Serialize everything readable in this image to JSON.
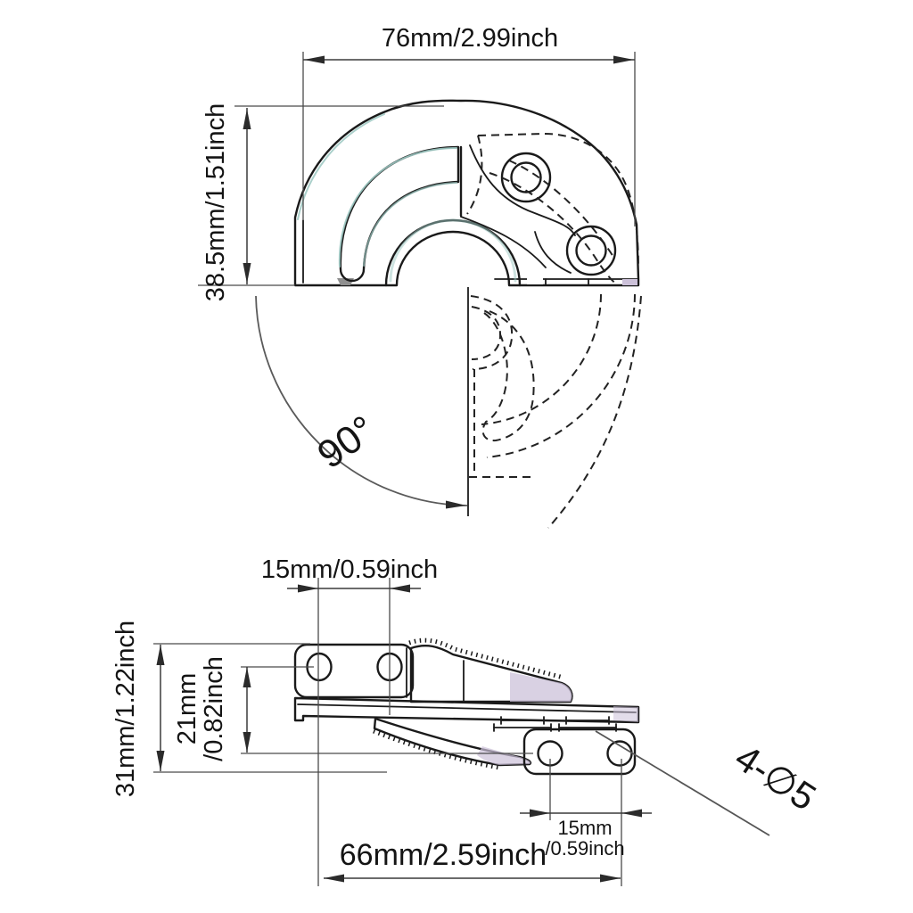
{
  "top_view": {
    "width": "76mm/2.99inch",
    "height": "38.5mm/1.51inch",
    "angle": "90°"
  },
  "side_view": {
    "top_hole_spacing": "15mm/0.59inch",
    "overall_height": "31mm/1.22inch",
    "mid_height_mm": "21mm",
    "mid_height_inch": "/0.82inch",
    "base_hole_spacing_mm": "15mm",
    "base_hole_spacing_inch": "/0.59inch",
    "overall_length": "66mm/2.59inch",
    "holes_spec": "4-∅5"
  },
  "colors": {
    "part_fill": "#d6d6d6",
    "outline": "#1a1a1a",
    "dimension_line": "#3a3a3a",
    "teal_accent": "#9cc8c2",
    "lavender_accent": "#ccc1d9",
    "background": "#ffffff"
  }
}
